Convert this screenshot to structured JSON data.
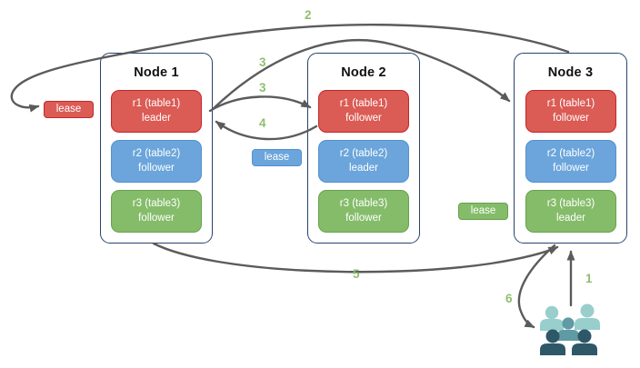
{
  "nodes": [
    {
      "title": "Node 1",
      "replicas": [
        {
          "label": "r1 (table1)",
          "role": "leader",
          "color": "red"
        },
        {
          "label": "r2 (table2)",
          "role": "follower",
          "color": "blue"
        },
        {
          "label": "r3 (table3)",
          "role": "follower",
          "color": "green"
        }
      ]
    },
    {
      "title": "Node 2",
      "replicas": [
        {
          "label": "r1 (table1)",
          "role": "follower",
          "color": "red"
        },
        {
          "label": "r2 (table2)",
          "role": "leader",
          "color": "blue"
        },
        {
          "label": "r3 (table3)",
          "role": "follower",
          "color": "green"
        }
      ]
    },
    {
      "title": "Node 3",
      "replicas": [
        {
          "label": "r1 (table1)",
          "role": "follower",
          "color": "red"
        },
        {
          "label": "r2 (table2)",
          "role": "follower",
          "color": "blue"
        },
        {
          "label": "r3 (table3)",
          "role": "leader",
          "color": "green"
        }
      ]
    }
  ],
  "leases": {
    "red": {
      "label": "lease"
    },
    "blue": {
      "label": "lease"
    },
    "green": {
      "label": "lease"
    }
  },
  "steps": {
    "s1": "1",
    "s2": "2",
    "s3a": "3",
    "s3b": "3",
    "s4": "4",
    "s5": "5",
    "s6": "6"
  },
  "icons": {
    "users": "users-icon"
  },
  "colors": {
    "red_fill": "#db5b55",
    "red_border": "#c3272b",
    "blue_fill": "#6ba5db",
    "blue_border": "#5490ce",
    "green_fill": "#85bc6a",
    "green_border": "#66a14e",
    "node_border": "#28436c",
    "arrow": "#5b5b5b",
    "step_label": "#8fbe70",
    "users_light": "#98cecc",
    "users_mid": "#5f9aa5",
    "users_dark": "#2e5767"
  }
}
